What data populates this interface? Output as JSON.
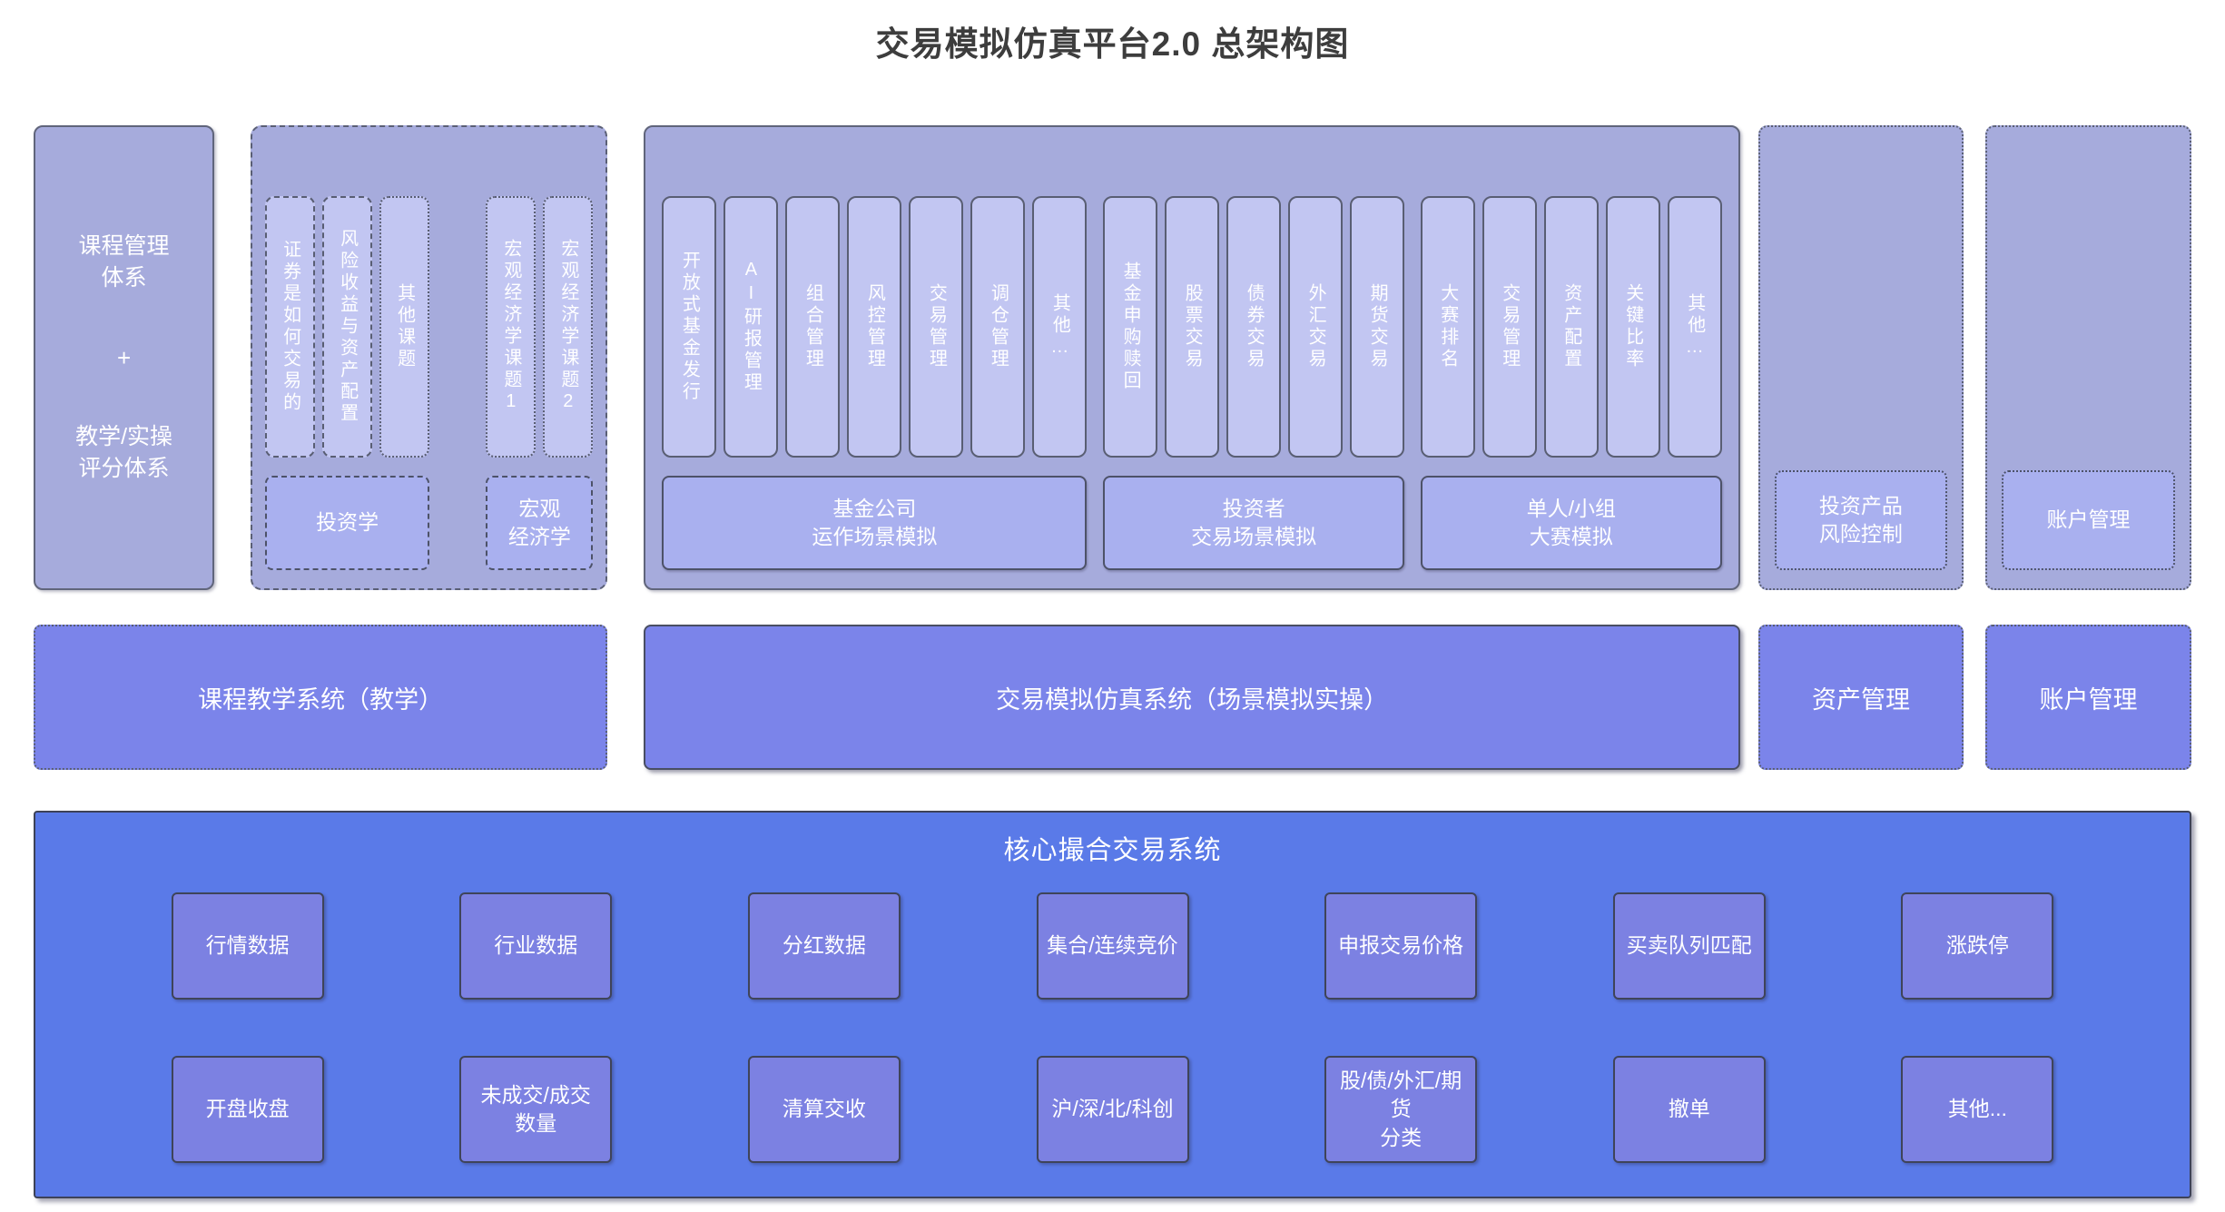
{
  "title": "交易模拟仿真平台2.0 总架构图",
  "colors": {
    "panel_bg": "#a6abdc",
    "column_bg": "#c2c6f2",
    "footer_bg": "#a9b0ef",
    "mid_box_bg": "#7b84ea",
    "bottom_bg": "#5a7ae8",
    "bottom_cell_bg": "#7c81e2",
    "text": "#ffffff",
    "title_text": "#3d3d3d"
  },
  "top": {
    "course_panel": {
      "block1": "课程管理\n体系",
      "plus": "+",
      "block2": "教学/实操\n评分体系"
    },
    "teaching_panel": {
      "groups": [
        {
          "columns": [
            "证券是如何交易的",
            "风险收益与资产配置",
            "其他课题"
          ],
          "footer": "投资学"
        },
        {
          "columns": [
            "宏观经济学课题1",
            "宏观经济学课题2"
          ],
          "footer": "宏观\n经济学"
        }
      ]
    },
    "simulation_panel": {
      "groups": [
        {
          "columns": [
            "开放式基金发行",
            "AI研报管理",
            "组合管理",
            "风控管理",
            "交易管理",
            "调仓管理",
            "其他…"
          ],
          "footer": "基金公司\n运作场景模拟"
        },
        {
          "columns": [
            "基金申购赎回",
            "股票交易",
            "债券交易",
            "外汇交易",
            "期货交易"
          ],
          "footer": "投资者\n交易场景模拟"
        },
        {
          "columns": [
            "大赛排名",
            "交易管理",
            "资产配置",
            "关键比率",
            "其他…"
          ],
          "footer": "单人/小组\n大赛模拟"
        }
      ]
    },
    "risk_panel": {
      "footer": "投资产品\n风险控制"
    },
    "account_panel": {
      "footer": "账户管理"
    }
  },
  "middle": {
    "teaching_system": "课程教学系统（教学）",
    "simulation_system": "交易模拟仿真系统（场景模拟实操）",
    "asset_management": "资产管理",
    "account_management": "账户管理"
  },
  "bottom": {
    "header": "核心撮合交易系统",
    "rows": [
      [
        "行情数据",
        "行业数据",
        "分红数据",
        "集合/连续竞价",
        "申报交易价格",
        "买卖队列匹配",
        "涨跌停"
      ],
      [
        "开盘收盘",
        "未成交/成交\n数量",
        "清算交收",
        "沪/深/北/科创",
        "股/债/外汇/期货\n分类",
        "撤单",
        "其他..."
      ]
    ]
  }
}
